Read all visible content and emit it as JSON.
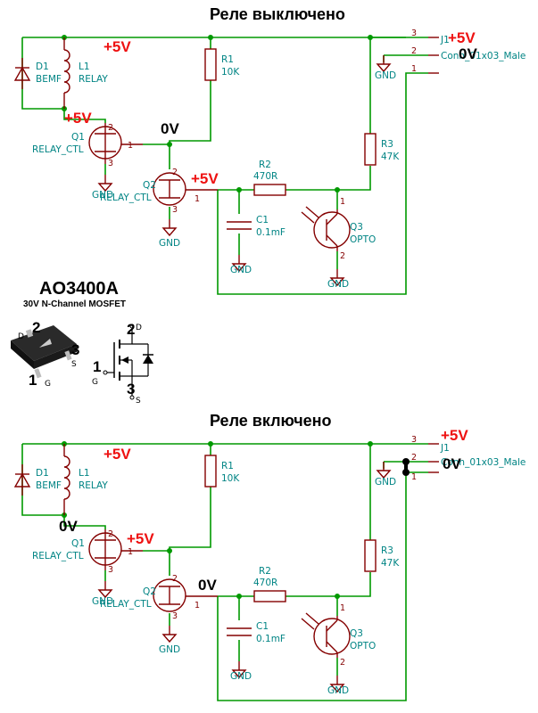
{
  "top": {
    "title": "Реле выключено",
    "top_rail": "+5V",
    "relay_node": "+5V",
    "q1_drain": "0V",
    "q2_gate": "+5V",
    "j1_pin3": "+5V",
    "j1_pin2": "0V"
  },
  "bottom": {
    "title": "Реле включено",
    "top_rail": "+5V",
    "relay_node": "0V",
    "q1_drain": "+5V",
    "q2_gate": "0V",
    "j1_pin3": "+5V",
    "j1_pin2": "0V"
  },
  "parts": {
    "d1": "D1",
    "d1_val": "BEMF",
    "l1": "L1",
    "l1_val": "RELAY",
    "q1": "Q1",
    "q1_val": "RELAY_CTL",
    "q2": "Q2",
    "q2_val": "RELAY_CTL",
    "r1": "R1",
    "r1_val": "10K",
    "r2": "R2",
    "r2_val": "470R",
    "r3": "R3",
    "r3_val": "47K",
    "c1": "C1",
    "c1_val": "0.1mF",
    "q3": "Q3",
    "q3_val": "OPTO",
    "j1": "J1",
    "j1_val": "Conn_01x03_Male",
    "gnd": "GND"
  },
  "pins": {
    "p1": "1",
    "p2": "2",
    "p3": "3"
  },
  "mosfet": {
    "title": "AO3400A",
    "subtitle": "30V N-Channel MOSFET",
    "pin_d": "D",
    "pin_g": "G",
    "pin_s": "S",
    "pin1": "1",
    "pin2": "2",
    "pin3": "3"
  }
}
